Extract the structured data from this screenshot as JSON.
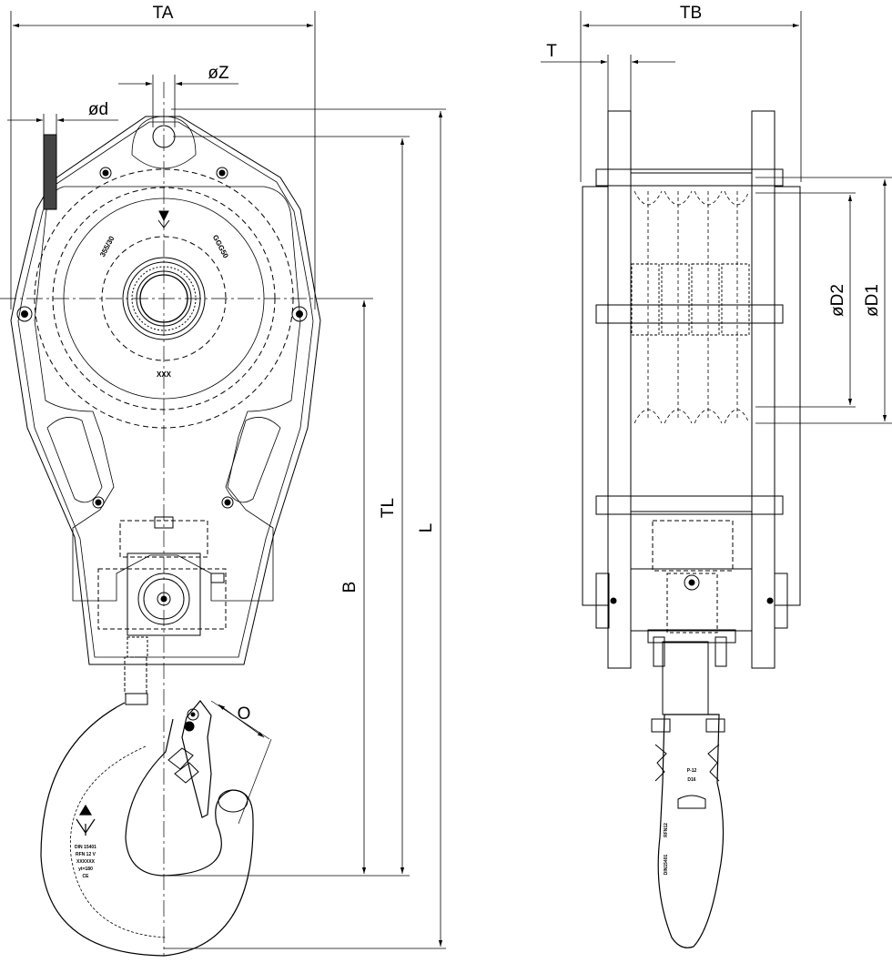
{
  "dimensions": {
    "ta": "TA",
    "tb": "TB",
    "t": "T",
    "dz": "øZ",
    "dd": "ød",
    "tl": "TL",
    "l": "L",
    "b": "B",
    "o": "O",
    "d1": "øD1",
    "d2": "øD2"
  },
  "block_markings": {
    "left": "355/30",
    "right": "GGG50",
    "center": "XXX"
  },
  "hook_markings": {
    "line1": "DIN 15401",
    "line2": "RFN 12 V",
    "line3": "XXXXXX",
    "line4": "yt=180",
    "line5": "CE"
  },
  "side_hook_markings": {
    "line1": "RFN12",
    "line2": "DIN15401",
    "line3": "P-12",
    "line4": "D16"
  },
  "colors": {
    "line": "#000000",
    "background": "#ffffff"
  }
}
